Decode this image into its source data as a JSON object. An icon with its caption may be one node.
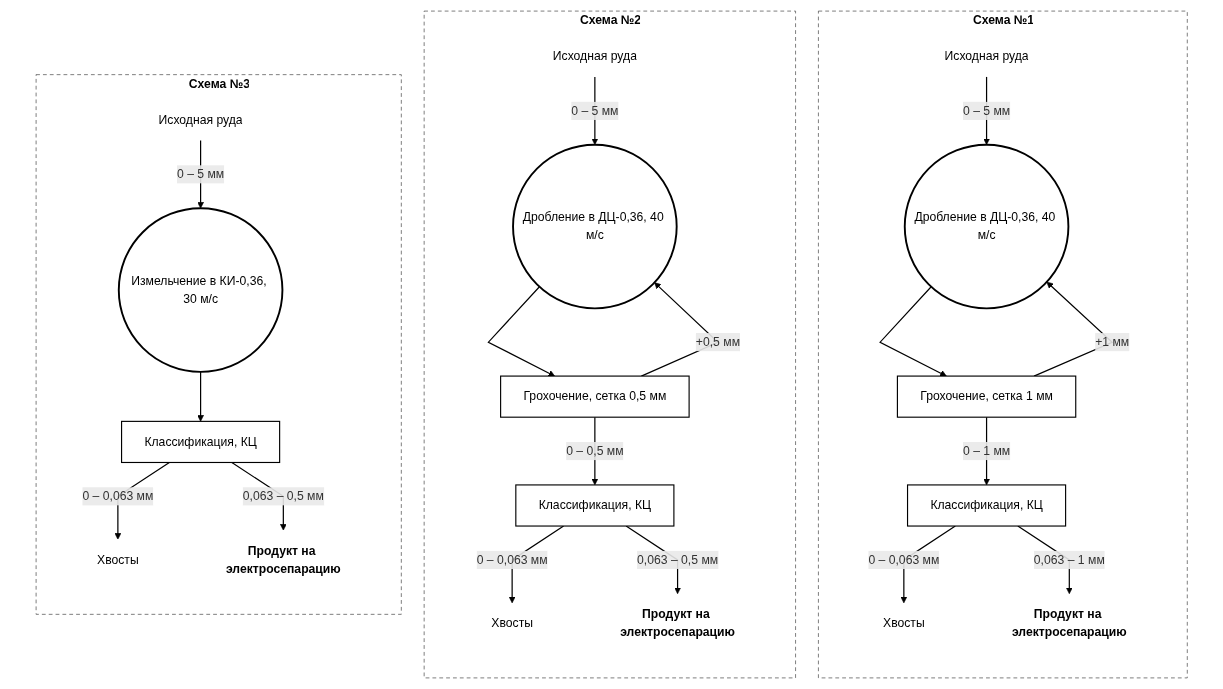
{
  "diagram": {
    "nodes": [
      {
        "text": [
          "Схема №1"
        ]
      },
      {
        "text": [
          "Исходная руда"
        ],
        "in": 0
      },
      {
        "text": [
          "Дробление в ДЦ-0,36, 40 м/с"
        ],
        "in": 0
      },
      {
        "text": [
          "Грохочение, сетка 1 мм"
        ],
        "in": 0
      },
      {
        "text": [
          "Классификация, КЦ"
        ],
        "in": 0
      },
      {
        "text": [
          "Хвосты"
        ],
        "in": 0
      },
      {
        "text": [
          "Продукт на электросепарацию"
        ],
        "in": 0
      },
      {
        "text": [
          "Схема №2"
        ]
      },
      {
        "text": [
          "Исходная руда"
        ],
        "in": 7
      },
      {
        "text": [
          "Дробление в ДЦ-0,36, 40 м/с"
        ],
        "in": 7
      },
      {
        "text": [
          "Грохочение, сетка 0,5 мм"
        ],
        "in": 7
      },
      {
        "text": [
          "Классификация, КЦ"
        ],
        "in": 7
      },
      {
        "text": [
          "Хвосты"
        ],
        "in": 7
      },
      {
        "text": [
          "Продукт на электросепарацию"
        ],
        "in": 7
      },
      {
        "text": [
          "Схема №3"
        ]
      },
      {
        "text": [
          "Исходная руда"
        ],
        "in": 14
      },
      {
        "text": [
          "Измельчение в КИ-0,36, 30 м/с"
        ],
        "in": 14
      },
      {
        "text": [
          "Классификация, КЦ"
        ],
        "in": 14
      },
      {
        "text": [
          "Хвосты"
        ],
        "in": 14
      },
      {
        "text": [
          "Продукт на электросепарацию"
        ],
        "in": 14
      }
    ],
    "edges": [
      {
        "from": 1,
        "to": 2,
        "arrow": "to",
        "label": "0 – 5 мм"
      },
      {
        "from": 2,
        "to": 3,
        "arrow": "to"
      },
      {
        "from": 3,
        "to": 2,
        "arrow": "to",
        "label": "+1 мм"
      },
      {
        "from": 3,
        "to": 4,
        "arrow": "to",
        "label": "0 – 1 мм"
      },
      {
        "from": 4,
        "to": 5,
        "arrow": "to",
        "label": "0 – 0,063 мм"
      },
      {
        "from": 4,
        "to": 6,
        "arrow": "to",
        "label": "0,063 – 1 мм"
      },
      {
        "from": 8,
        "to": 9,
        "arrow": "to",
        "label": "0 – 5 мм"
      },
      {
        "from": 9,
        "to": 10,
        "arrow": "to"
      },
      {
        "from": 10,
        "to": 9,
        "arrow": "to",
        "label": "+0,5 мм"
      },
      {
        "from": 10,
        "to": 11,
        "arrow": "to",
        "label": "0 – 0,5 мм"
      },
      {
        "from": 11,
        "to": 12,
        "arrow": "to",
        "label": "0 – 0,063 мм"
      },
      {
        "from": 11,
        "to": 13,
        "arrow": "to",
        "label": "0,063 – 0,5 мм"
      },
      {
        "from": 15,
        "to": 16,
        "arrow": "to",
        "label": "0 – 5 мм"
      },
      {
        "from": 16,
        "to": 17,
        "arrow": "to"
      },
      {
        "from": 17,
        "to": 18,
        "arrow": "to",
        "label": "0 – 0,063 мм"
      },
      {
        "from": 17,
        "to": 19,
        "arrow": "to",
        "label": "0,063 – 0,5 мм"
      }
    ]
  }
}
